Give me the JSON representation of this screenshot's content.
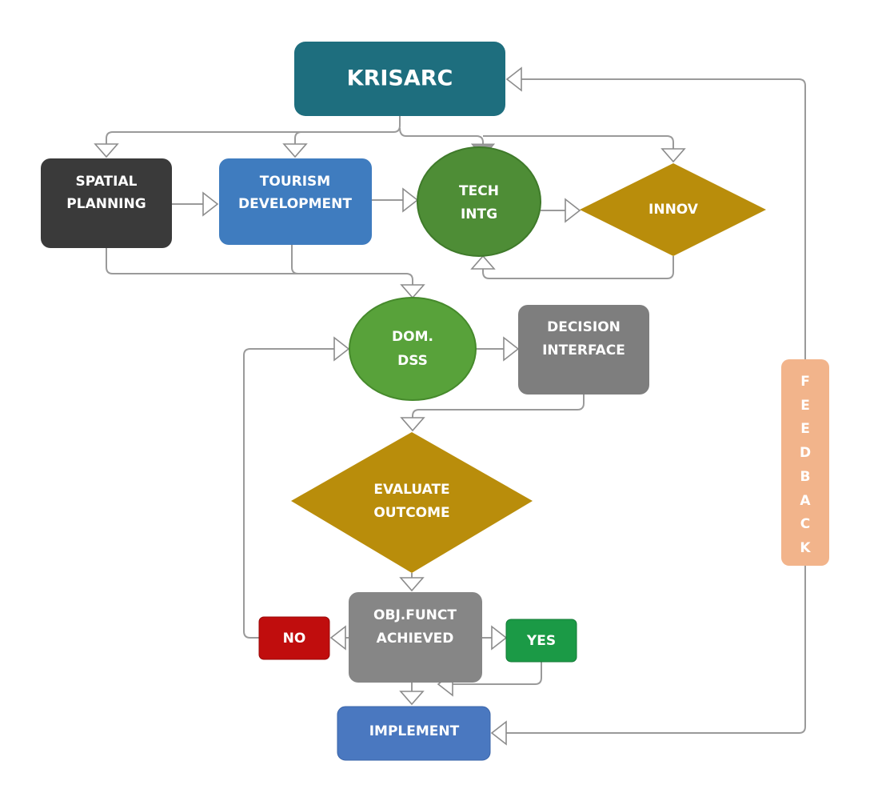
{
  "nodes": {
    "krisarc": {
      "label": "KRISARC",
      "color": "#1e6e7e"
    },
    "spatial_planning": {
      "lines": [
        "SPATIAL",
        "PLANNING"
      ],
      "color": "#3a3a3a"
    },
    "tourism_development": {
      "lines": [
        "TOURISM",
        "DEVELOPMENT"
      ],
      "color": "#3f7cbf"
    },
    "tech_intg": {
      "lines": [
        "TECH",
        "INTG"
      ],
      "color": "#4e8d36"
    },
    "innov": {
      "label": "INNOV",
      "color": "#b98d0b"
    },
    "dom_dss": {
      "lines": [
        "DOM.",
        "DSS"
      ],
      "color": "#58a23a"
    },
    "decision_interface": {
      "lines": [
        "DECISION",
        "INTERFACE"
      ],
      "color": "#7e7e7e"
    },
    "evaluate_outcome": {
      "lines": [
        "EVALUATE",
        "OUTCOME"
      ],
      "color": "#b98d0b"
    },
    "obj_funct_achieved": {
      "lines": [
        "OBJ.FUNCT",
        "ACHIEVED"
      ],
      "color": "#868686"
    },
    "no": {
      "label": "NO",
      "color": "#c00d0d"
    },
    "yes": {
      "label": "YES",
      "color": "#1b9a46"
    },
    "implement": {
      "label": "IMPLEMENT",
      "color": "#4a78c0"
    },
    "feedback": {
      "letters": [
        "F",
        "E",
        "E",
        "D",
        "B",
        "A",
        "C",
        "K"
      ],
      "color": "#f2b48b"
    }
  },
  "connector_color": "#9a9a9a"
}
